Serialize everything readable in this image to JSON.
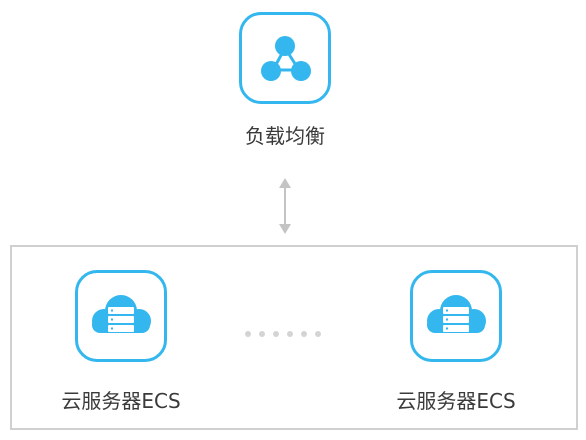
{
  "load_balancer": {
    "label": "负载均衡",
    "icon": "load-balancer-icon"
  },
  "servers": [
    {
      "label": "云服务器ECS",
      "icon": "cloud-server-icon"
    },
    {
      "label": "云服务器ECS",
      "icon": "cloud-server-icon"
    }
  ],
  "colors": {
    "accent": "#33b7ee",
    "border": "#d0d0d0",
    "arrow": "#c4c4c4",
    "dots": "#d4d4d4",
    "text": "#3a3a3a"
  }
}
